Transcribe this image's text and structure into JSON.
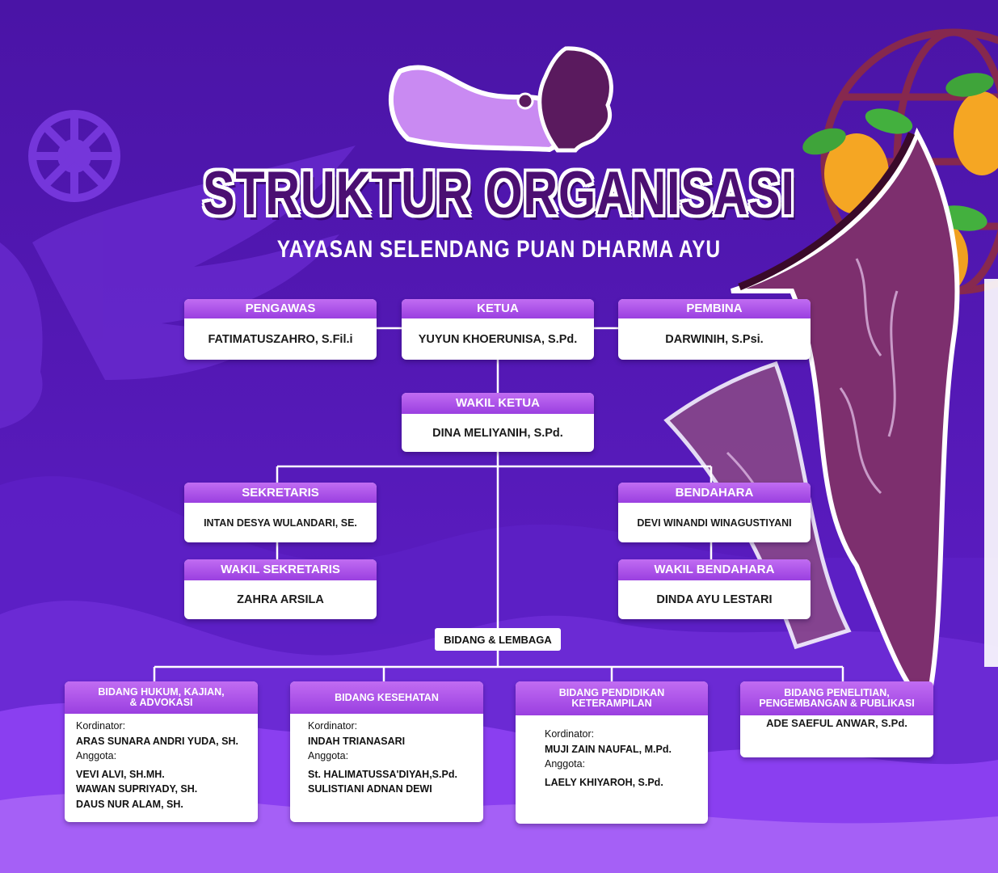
{
  "header": {
    "title": "STRUKTUR ORGANISASI",
    "subtitle": "YAYASAN SELENDANG PUAN DHARMA AYU"
  },
  "colors": {
    "background": "#5318b4",
    "header_purple": "#a94ce8",
    "title_text": "#4b0f72"
  },
  "org": {
    "pengawas": {
      "role": "PENGAWAS",
      "name": "FATIMATUSZAHRO, S.Fil.i"
    },
    "ketua": {
      "role": "KETUA",
      "name": "YUYUN KHOERUNISA, S.Pd."
    },
    "pembina": {
      "role": "PEMBINA",
      "name": "DARWINIH, S.Psi."
    },
    "wakil_ketua": {
      "role": "WAKIL KETUA",
      "name": "DINA MELIYANIH, S.Pd."
    },
    "sekretaris": {
      "role": "SEKRETARIS",
      "name": "INTAN DESYA WULANDARI, SE."
    },
    "bendahara": {
      "role": "BENDAHARA",
      "name": "DEVI WINANDI WINAGUSTIYANI"
    },
    "wakil_sekretaris": {
      "role": "WAKIL SEKRETARIS",
      "name": "ZAHRA ARSILA"
    },
    "wakil_bendahara": {
      "role": "WAKIL BENDAHARA",
      "name": "DINDA AYU LESTARI"
    },
    "bidang_lembaga": "BIDANG & LEMBAGA"
  },
  "bidang": {
    "hukum": {
      "title1": "BIDANG HUKUM, KAJIAN,",
      "title2": "& ADVOKASI",
      "kordinator_label": "Kordinator:",
      "kordinator": "ARAS SUNARA ANDRI YUDA, SH.",
      "anggota_label": "Anggota:",
      "anggota": [
        "VEVI ALVI, SH.MH.",
        "WAWAN SUPRIYADY, SH.",
        "DAUS NUR ALAM, SH."
      ]
    },
    "kesehatan": {
      "title1": "BIDANG KESEHATAN",
      "kordinator_label": "Kordinator:",
      "kordinator": "INDAH TRIANASARI",
      "anggota_label": "Anggota:",
      "anggota": [
        "St. HALIMATUSSA'DIYAH,S.Pd.",
        "SULISTIANI ADNAN DEWI"
      ]
    },
    "pendidikan": {
      "title1": "BIDANG PENDIDIKAN",
      "title2": "KETERAMPILAN",
      "kordinator_label": "Kordinator:",
      "kordinator": "MUJI ZAIN NAUFAL, M.Pd.",
      "anggota_label": "Anggota:",
      "anggota": [
        "LAELY KHIYAROH, S.Pd."
      ]
    },
    "penelitian": {
      "title1": "BIDANG PENELITIAN,",
      "title2": "PENGEMBANGAN & PUBLIKASI",
      "name": "ADE SAEFUL ANWAR, S.Pd."
    }
  }
}
